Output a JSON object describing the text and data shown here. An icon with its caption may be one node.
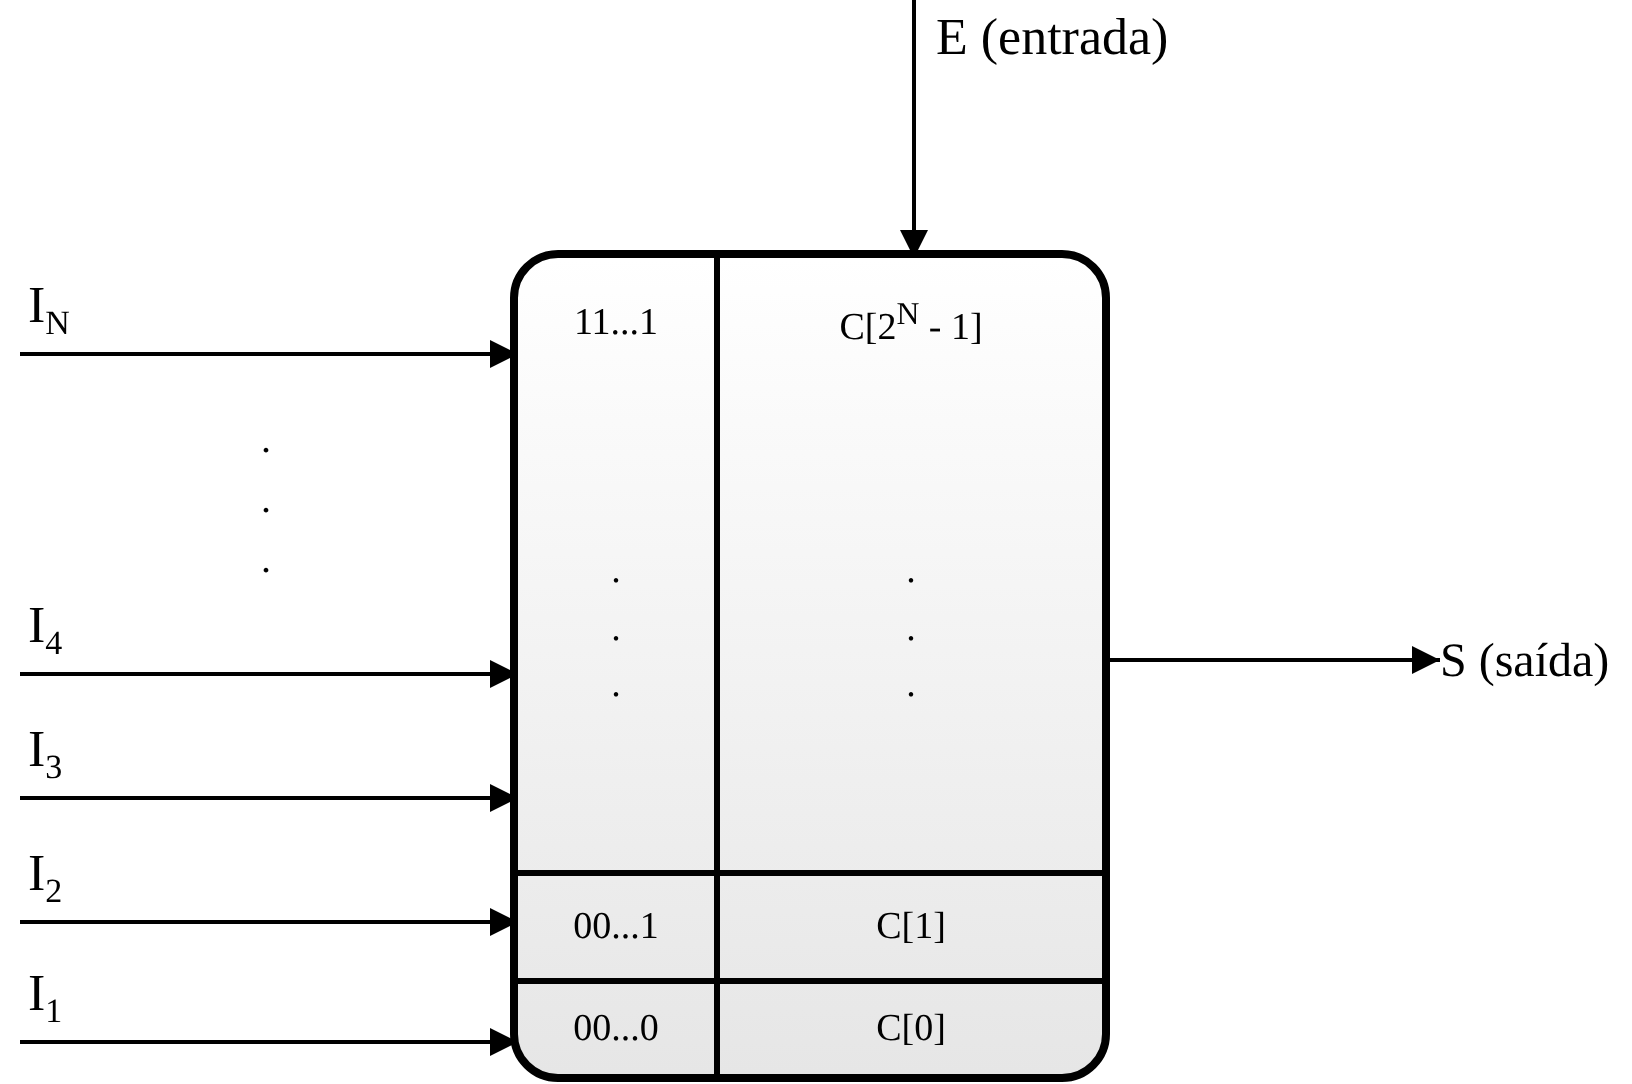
{
  "diagram": {
    "nodes": [
      {
        "text": [],
        "shape": "box"
      },
      {
        "text": [
          "11...1"
        ],
        "in": 0
      },
      {
        "text": [
          "C[2$^{N}$ - 1]"
        ],
        "in": 0
      },
      {
        "text": [
          ". . ."
        ],
        "in": 0
      },
      {
        "text": [
          ". . ."
        ],
        "in": 0
      },
      {
        "text": [
          "00...1"
        ],
        "in": 0
      },
      {
        "text": [
          "C[1]"
        ],
        "in": 0
      },
      {
        "text": [
          "00...0"
        ],
        "in": 0
      },
      {
        "text": [
          "C[0]"
        ],
        "in": 0
      },
      {
        "text": [
          "S (saída)"
        ]
      }
    ],
    "edges": [
      {
        "from": null,
        "to": 2,
        "arrow": "to",
        "label": "E (entrada)"
      },
      {
        "from": null,
        "to": 1,
        "arrow": "to",
        "label": "I$_{N}$"
      },
      {
        "from": null,
        "to": 3,
        "arrow": "to",
        "label": "I$_{4}$"
      },
      {
        "from": null,
        "to": 3,
        "arrow": "to",
        "label": "I$_{3}$"
      },
      {
        "from": null,
        "to": 5,
        "arrow": "to",
        "label": "I$_{2}$"
      },
      {
        "from": null,
        "to": 7,
        "arrow": "to",
        "label": "I$_{1}$"
      },
      {
        "from": 0,
        "to": 9,
        "arrow": "to"
      }
    ],
    "labels": [
      ". . ."
    ]
  }
}
